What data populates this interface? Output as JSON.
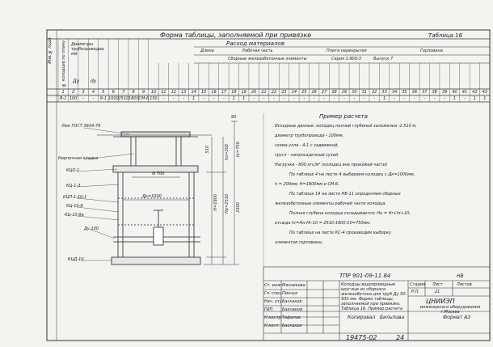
{
  "margin_label": "Инв.№ подл.",
  "header": {
    "title": "Форма таблицы, заполняемой при привязке",
    "table_no": "Таблица 16"
  },
  "table": {
    "col_left_labels": [
      "№ колодцев по плану",
      "Диаметры трубопроводов, мм",
      "Ду",
      "dy"
    ],
    "head_group": "Расход материалов",
    "subgroups": [
      "Длина",
      "Рабочая часть",
      "Плита перекрытия",
      "Горловина"
    ],
    "subgroup2": "Сборные железобетонные элементы",
    "series": "Серия 3.900-3",
    "issue": "Выпуск 7",
    "col_numbers": [
      "1",
      "2",
      "3",
      "4",
      "5",
      "6",
      "7",
      "8",
      "9",
      "10",
      "11",
      "12",
      "13",
      "14",
      "15",
      "16",
      "17",
      "18",
      "19",
      "20",
      "21",
      "22",
      "23",
      "24",
      "25",
      "26",
      "27",
      "28",
      "29",
      "30",
      "31",
      "32",
      "33",
      "34",
      "35",
      "36",
      "37",
      "38",
      "39",
      "40",
      "41",
      "42",
      "43"
    ],
    "row": [
      "В-1",
      "100",
      "-",
      "-",
      "9-1",
      "1000",
      "2510",
      "1800",
      "СМ-6",
      "150",
      "-",
      "-",
      "-",
      "1",
      "-",
      "-",
      "-",
      "1",
      "1",
      "-",
      "-",
      "-",
      "-",
      "-",
      "-",
      "-",
      "-",
      "-",
      "-",
      "-",
      "-",
      "-",
      "1",
      "-",
      "-",
      "-",
      "-",
      "-",
      "-",
      "1",
      "-",
      "1",
      "1"
    ]
  },
  "drawing": {
    "labels": [
      "Люк ГОСТ 3634-79",
      "Кирпичная кладка",
      "КЦО-1",
      "КЦ-1-3",
      "КЦП-1-10-1",
      "КЦ-10-9",
      "КЦ-10-9а",
      "Ду 100",
      "КЦД-10"
    ],
    "dims": [
      "Ф 700",
      "Дк=1000",
      "Н=1800",
      "Нр=2510",
      "ho=200",
      "hr=750",
      "510",
      "2300",
      "90"
    ]
  },
  "notes": {
    "title": "Пример расчета",
    "lines": [
      "Исходные данные: колодец полной глубиной заложения -2.510 м,",
      "диаметр трубопровода - 100мм,",
      "схема узла - 4-1 с задвижкой,",
      "грунт - непросадочный сухой",
      "Нагрузка - 800 кгс/м² (колодец вне проезжей части)",
      "По таблице 4 на листе 4 выбираем колодец с Дк=1000мм,",
      "h = 200мм, H=1800мм и СМ-6.",
      "По таблице 14 на листе НВ-11 определяем сборные",
      "железобетонные элементы рабочей части колодца.",
      "Полная глубина колодца складывается: Hн = Hr+hr+10,",
      "отсюда hr=Hн-Hr-10 = 2510-1800-10=750мм.",
      "По таблице на листе КС-4 производим выборку",
      "элементов горловины."
    ]
  },
  "stamp": {
    "code": "ТПР 901-09-11.84",
    "sheet_code": "НВ",
    "rows_left": [
      "Ст. инж.",
      "Гл. спец.",
      "Нач. отд.",
      "ГИП",
      "Н.контр.",
      "Н.конт."
    ],
    "names": [
      "Мясникова",
      "Пинчук",
      "Баскаков",
      "Бакланов",
      "Тафилов",
      "Баскаков"
    ],
    "description": "Колодцы водопроводные круглые из сборного железобетона для труб Ду 50-500 мм. Форма таблицы, заполняемой при привязке. Таблица 16. Пример расчета",
    "stage_label": "Стадия",
    "sheet_label": "Лист",
    "sheets_label": "Листов",
    "stage": "Р.П.",
    "sheet": "21",
    "org": "ЦНИИЭП",
    "org_sub": "инженерного оборудования г.Москва",
    "copied": "Копировал",
    "copier": "Бильпова",
    "format": "Формат А3",
    "bottom_code": "19475-02",
    "bottom_num": "24"
  }
}
